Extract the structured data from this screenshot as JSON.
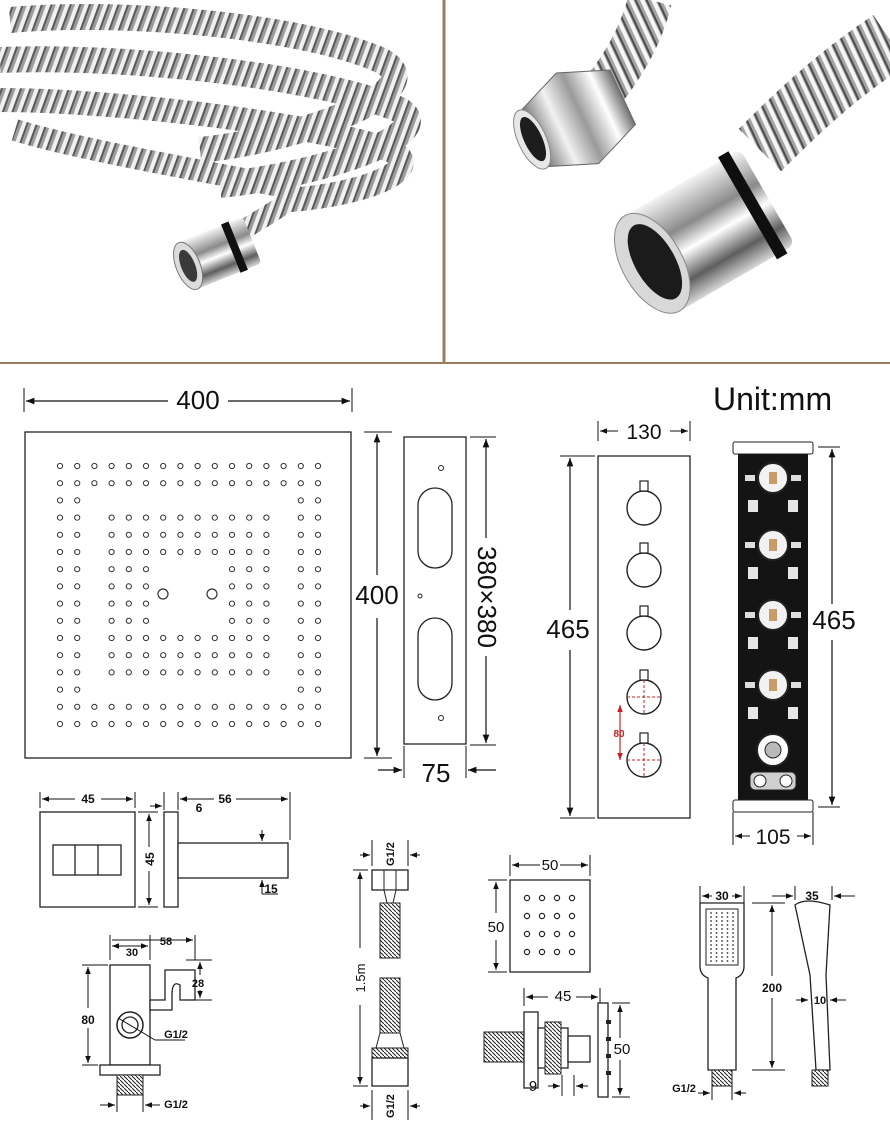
{
  "header": {
    "unit_label": "Unit:mm"
  },
  "photos": [
    {
      "name": "coiled-hose-photo"
    },
    {
      "name": "hose-connector-closeup-photo"
    }
  ],
  "dims": {
    "shower_head_width": "400",
    "shower_head_height": "400",
    "shower_head_side_length": "380×380",
    "shower_head_depth": "75",
    "panel_width": "130",
    "panel_height": "465",
    "panel_knob_spacing": "80",
    "valve_height": "465",
    "valve_width": "105",
    "arm_flange_width": "45",
    "arm_flange_height": "45",
    "arm_flange_thickness": "6",
    "arm_length": "56",
    "arm_tube_size": "15",
    "holder_top_width": "30",
    "holder_top_overall": "58",
    "holder_bracket_height": "28",
    "holder_height": "80",
    "holder_side_thread": "G1/2",
    "holder_bottom_thread": "G1/2",
    "hose_top_thread": "G1/2",
    "hose_length": "1.5m",
    "hose_bottom_thread": "G1/2",
    "jet_width": "50",
    "jet_height": "50",
    "jet_side_width": "45",
    "jet_side_height": "50",
    "jet_side_depth": "9",
    "handheld_width": "30",
    "handheld_side_width": "35",
    "handheld_height": "200",
    "handheld_neck": "10",
    "handheld_thread": "G1/2"
  }
}
